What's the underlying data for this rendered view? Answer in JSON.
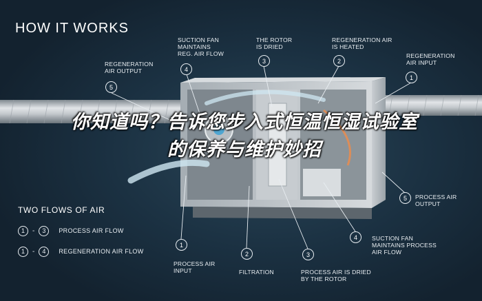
{
  "title": "HOW IT WORKS",
  "overlay_text": "你知道吗？告诉您步入式恒温恒湿试验室的保养与维护妙招",
  "callouts_top": [
    {
      "num": "5",
      "label": "REGENERATION\nAIR OUTPUT"
    },
    {
      "num": "4",
      "label": "SUCTION FAN\nMAINTAINS\nREG. AIR FLOW"
    },
    {
      "num": "3",
      "label": "THE ROTOR\nIS DRIED"
    },
    {
      "num": "2",
      "label": "REGENERATION AIR\nIS HEATED"
    },
    {
      "num": "1",
      "label": "REGENERATION\nAIR INPUT"
    }
  ],
  "callouts_bottom": [
    {
      "num": "1",
      "label": "PROCESS AIR\nINPUT"
    },
    {
      "num": "2",
      "label": "FILTRATION"
    },
    {
      "num": "3",
      "label": "PROCESS AIR IS DRIED\nBY THE ROTOR"
    },
    {
      "num": "4",
      "label": "SUCTION FAN\nMAINTAINS PROCESS\nAIR FLOW"
    },
    {
      "num": "5",
      "label": "PROCESS AIR\nOUTPUT"
    }
  ],
  "legend": {
    "title": "TWO FLOWS OF AIR",
    "items": [
      {
        "from": "1",
        "to": "3",
        "label": "PROCESS AIR FLOW"
      },
      {
        "from": "1",
        "to": "4",
        "label": "REGENERATION AIR FLOW"
      }
    ]
  },
  "colors": {
    "background": "#1b3142",
    "text": "#e9eef2",
    "unit": "#8e979d",
    "duct": "#c9cdd1",
    "airflow": "#cfe7f2"
  }
}
